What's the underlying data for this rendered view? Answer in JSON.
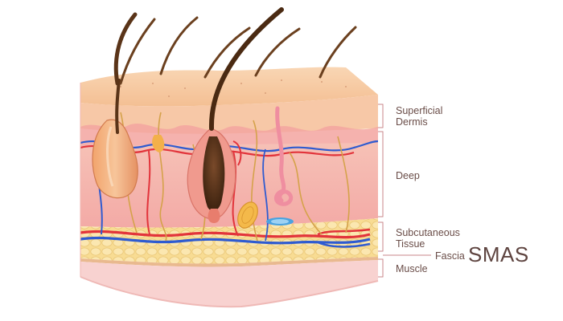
{
  "labels": {
    "superficial_dermis": [
      "Superficial",
      "Dermis"
    ],
    "deep": "Deep",
    "subcutaneous_tissue": [
      "Subcutaneous",
      "Tissue"
    ],
    "fascia": "Fascia",
    "smas": "SMAS",
    "muscle": "Muscle"
  },
  "colors": {
    "epidermis": "#f5c49b",
    "dermis": "#f4b5ae",
    "fat": "#f7d98c",
    "muscle": "#f7ccca",
    "hair": "#5a3418",
    "artery": "#e2343b",
    "vein": "#2f5bd0",
    "nerve": "#d5a24a",
    "bracket": "#c9868a",
    "label_text": "#6a4d48"
  }
}
